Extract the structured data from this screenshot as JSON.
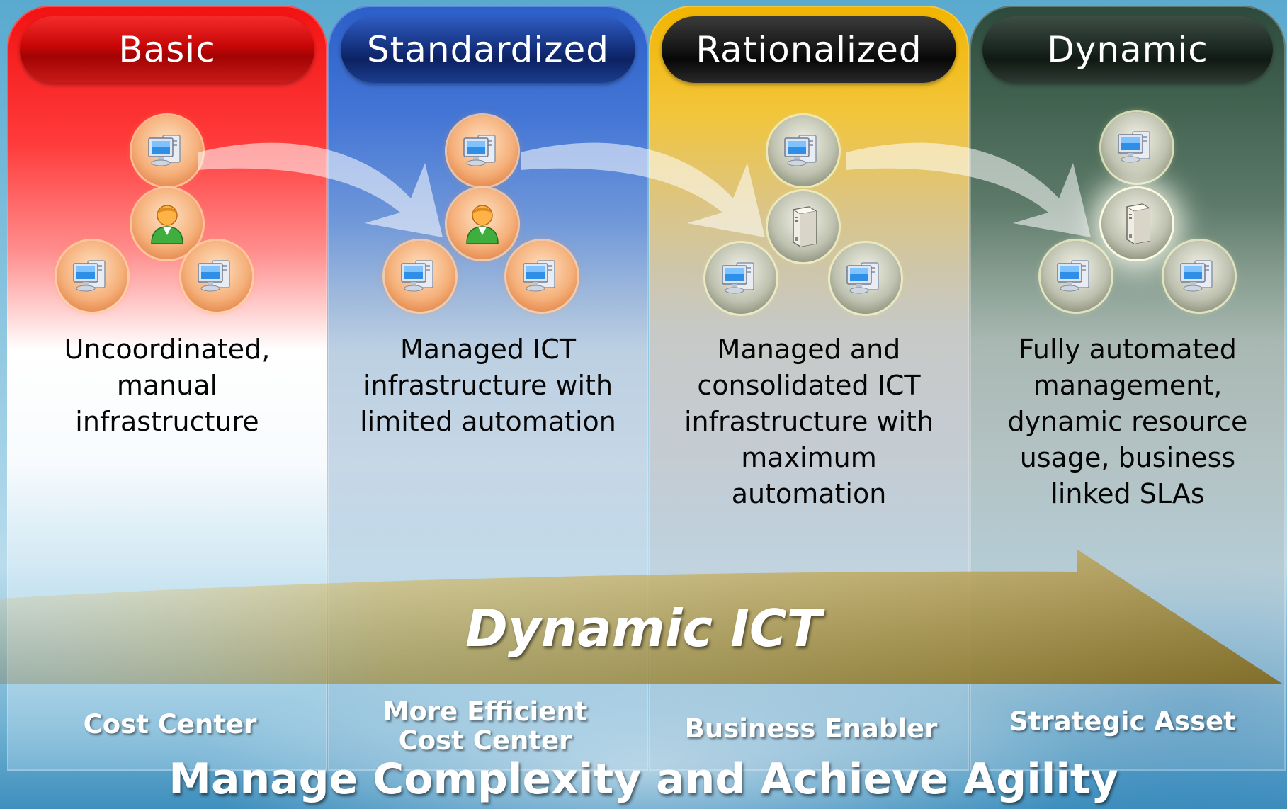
{
  "stages": [
    {
      "title": "Basic",
      "description": [
        "Uncoordinated,",
        "manual",
        "infrastructure"
      ],
      "value_label": [
        "Cost Center"
      ]
    },
    {
      "title": "Standardized",
      "description": [
        "Managed ICT",
        "infrastructure with",
        "limited automation"
      ],
      "value_label": [
        "More Efficient",
        "Cost Center"
      ]
    },
    {
      "title": "Rationalized",
      "description": [
        "Managed and",
        "consolidated ICT",
        "infrastructure with",
        "maximum",
        "automation"
      ],
      "value_label": [
        "Business Enabler"
      ]
    },
    {
      "title": "Dynamic",
      "description": [
        "Fully automated",
        "management,",
        "dynamic resource",
        "usage, business",
        "linked SLAs"
      ],
      "value_label": [
        "Strategic Asset"
      ]
    }
  ],
  "arrow_label": "Dynamic ICT",
  "headline": "Manage Complexity and Achieve Agility",
  "icons": [
    "computer-icon",
    "user-icon",
    "server-icon",
    "curved-arrow-icon"
  ],
  "colors": {
    "basic": "#e00a0a",
    "standardized": "#1b3f96",
    "rationalized": "#f2b400",
    "dynamic": "#2d4a3c"
  }
}
